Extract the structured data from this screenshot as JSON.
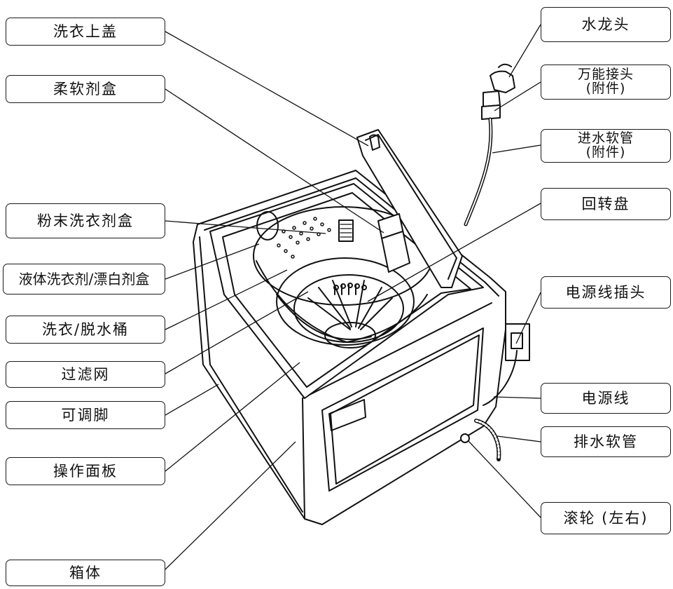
{
  "diagram": {
    "left_labels": {
      "lid": "洗衣上盖",
      "softener_box": "柔软剂盒",
      "powder_box": "粉末洗衣剂盒",
      "liquid_bleach_box": "液体洗衣剂/漂白剂盒",
      "tub": "洗衣/脱水桶",
      "filter": "过滤网",
      "adjustable_foot": "可调脚",
      "control_panel": "操作面板",
      "cabinet": "箱体"
    },
    "right_labels": {
      "faucet": "水龙头",
      "universal_joint": "万能接头\n(附件)",
      "inlet_hose": "进水软管\n(附件)",
      "pulsator": "回转盘",
      "power_plug": "电源线插头",
      "power_cord": "电源线",
      "drain_hose": "排水软管",
      "casters": "滚轮 (左右)"
    }
  }
}
